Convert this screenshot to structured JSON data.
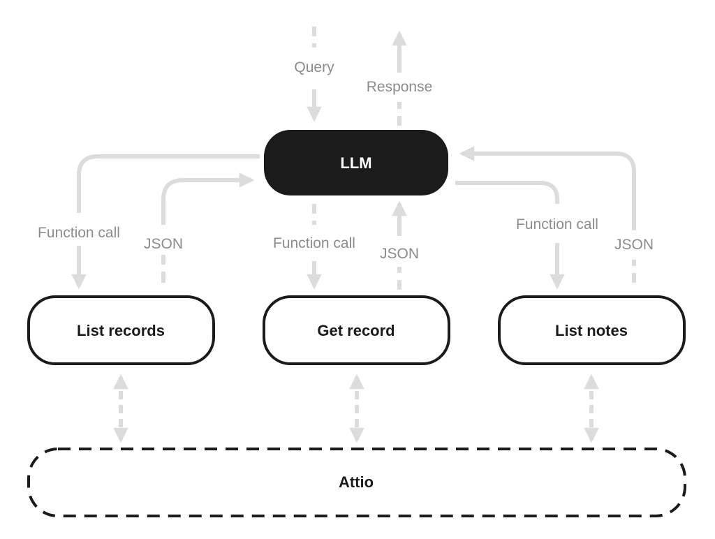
{
  "colors": {
    "background": "#ffffff",
    "node_border": "#1b1b1b",
    "llm_fill": "#1b1b1b",
    "llm_text": "#ffffff",
    "connector": "#dcdcdc",
    "label_text": "#8c8c8c"
  },
  "nodes": {
    "llm": "LLM",
    "list_records": "List records",
    "get_record": "Get record",
    "list_notes": "List notes",
    "attio": "Attio"
  },
  "labels": {
    "query": "Query",
    "response": "Response",
    "function_call": "Function call",
    "json": "JSON"
  }
}
